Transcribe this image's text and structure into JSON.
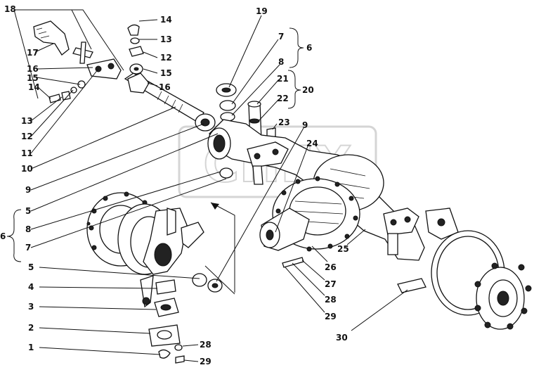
{
  "watermark": "СПЕХ",
  "callouts": [
    {
      "id": "c18",
      "text": "18"
    },
    {
      "id": "c17",
      "text": "17"
    },
    {
      "id": "c16a",
      "text": "16"
    },
    {
      "id": "c15a",
      "text": "15"
    },
    {
      "id": "c14a",
      "text": "14"
    },
    {
      "id": "c13a",
      "text": "13"
    },
    {
      "id": "c12a",
      "text": "12"
    },
    {
      "id": "c11",
      "text": "11"
    },
    {
      "id": "c10",
      "text": "10"
    },
    {
      "id": "c9a",
      "text": "9"
    },
    {
      "id": "c5a",
      "text": "5"
    },
    {
      "id": "c8a",
      "text": "8"
    },
    {
      "id": "c7a",
      "text": "7"
    },
    {
      "id": "c6a",
      "text": "6"
    },
    {
      "id": "c5b",
      "text": "5"
    },
    {
      "id": "c4",
      "text": "4"
    },
    {
      "id": "c3",
      "text": "3"
    },
    {
      "id": "c2",
      "text": "2"
    },
    {
      "id": "c1",
      "text": "1"
    },
    {
      "id": "c14b",
      "text": "14"
    },
    {
      "id": "c13b",
      "text": "13"
    },
    {
      "id": "c12b",
      "text": "12"
    },
    {
      "id": "c15b",
      "text": "15"
    },
    {
      "id": "c16b",
      "text": "16"
    },
    {
      "id": "c19",
      "text": "19"
    },
    {
      "id": "c7b",
      "text": "7"
    },
    {
      "id": "c6b",
      "text": "6"
    },
    {
      "id": "c8b",
      "text": "8"
    },
    {
      "id": "c21",
      "text": "21"
    },
    {
      "id": "c20",
      "text": "20"
    },
    {
      "id": "c22",
      "text": "22"
    },
    {
      "id": "c23",
      "text": "23"
    },
    {
      "id": "c9b",
      "text": "9"
    },
    {
      "id": "c24",
      "text": "24"
    },
    {
      "id": "c25",
      "text": "25"
    },
    {
      "id": "c26",
      "text": "26"
    },
    {
      "id": "c27",
      "text": "27"
    },
    {
      "id": "c28a",
      "text": "28"
    },
    {
      "id": "c29a",
      "text": "29"
    },
    {
      "id": "c30",
      "text": "30"
    },
    {
      "id": "c28b",
      "text": "28"
    },
    {
      "id": "c29b",
      "text": "29"
    }
  ]
}
